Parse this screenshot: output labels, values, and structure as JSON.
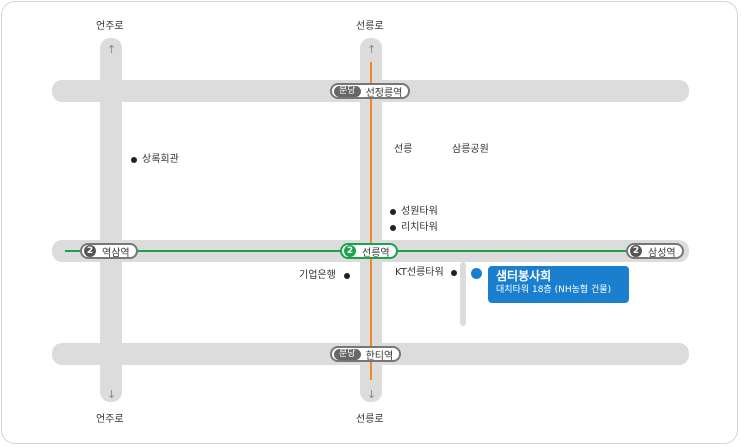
{
  "roads": {
    "vertical_left_top": "언주로",
    "vertical_left_bottom": "언주로",
    "vertical_center_top": "선릉로",
    "vertical_center_bottom": "선릉로"
  },
  "stations": {
    "top": {
      "badge": "분당",
      "name": "선정릉역"
    },
    "bottom": {
      "badge": "분당",
      "name": "한티역"
    },
    "center": {
      "line_no": "2",
      "name": "선릉역"
    },
    "left": {
      "line_no": "2",
      "name": "역삼역"
    },
    "right": {
      "line_no": "2",
      "name": "삼성역"
    }
  },
  "landmarks": {
    "sangrok": "상록회관",
    "seolleung": "선릉",
    "samneung_park": "삼릉공원",
    "seongwon_tower": "성원타워",
    "richi_tower": "리치타워",
    "ibk_bank": "기업은행",
    "kt_tower": "KT선릉타워"
  },
  "destination": {
    "name": "샘터봉사회",
    "address": "대치타워 18층 (NH농협 건물)"
  },
  "colors": {
    "line2": "#19a34a",
    "bundang": "#f08a24",
    "destination": "#1a7fcf",
    "road": "#dcdcdc"
  },
  "icons": {
    "arrow_up": "↑",
    "arrow_down": "↓"
  }
}
